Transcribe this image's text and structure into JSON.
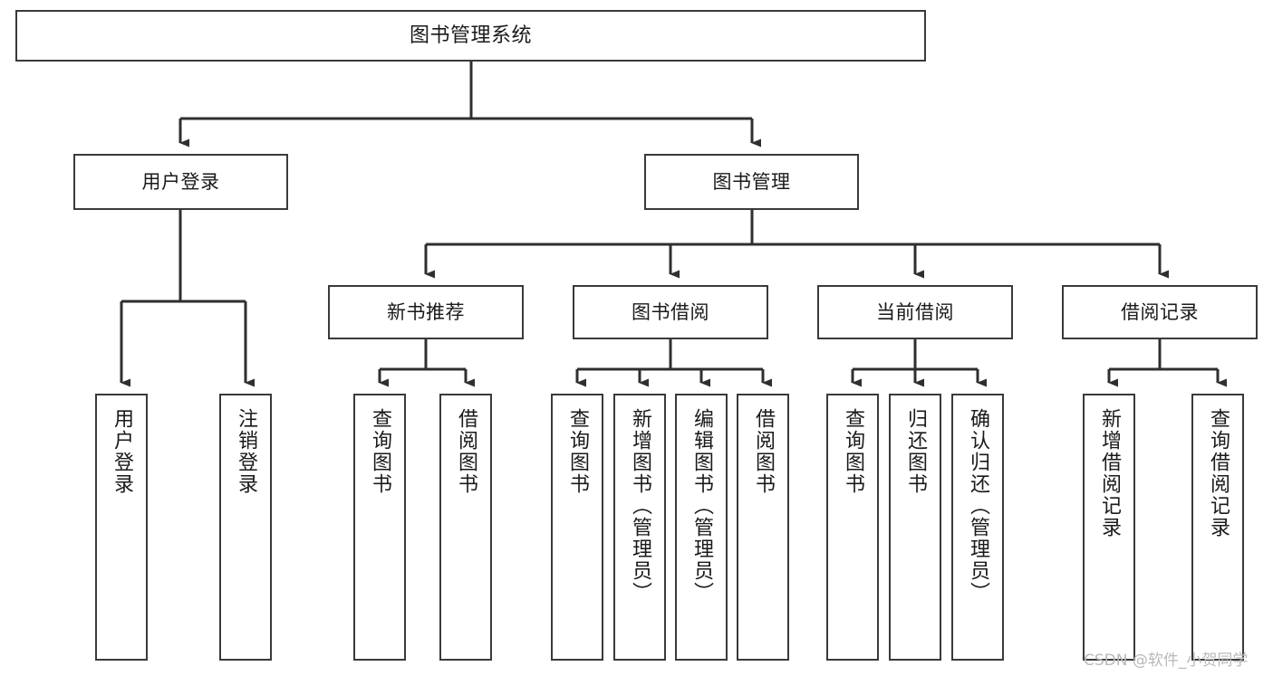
{
  "diagram": {
    "title": "图书管理系统",
    "type": "tree-hierarchy-chart",
    "colors": {
      "box_border": "#3a3a3a",
      "box_fill": "#ffffff",
      "edge": "#2f2f2f",
      "text": "#1a1a1a",
      "watermark": "#b9b9b9"
    },
    "nodes": {
      "root": {
        "label": "图书管理系统"
      },
      "level2": [
        {
          "id": "user-login",
          "label": "用户登录"
        },
        {
          "id": "book-manage",
          "label": "图书管理"
        }
      ],
      "level3": [
        {
          "id": "new-book-recommend",
          "label": "新书推荐"
        },
        {
          "id": "book-borrow",
          "label": "图书借阅"
        },
        {
          "id": "current-borrow",
          "label": "当前借阅"
        },
        {
          "id": "borrow-record",
          "label": "借阅记录"
        }
      ],
      "leaves": {
        "user-login": [
          {
            "id": "leaf-user-login",
            "label": "用户登录"
          },
          {
            "id": "leaf-logout",
            "label": "注销登录"
          }
        ],
        "new-book-recommend": [
          {
            "id": "leaf-query-book-1",
            "label": "查询图书"
          },
          {
            "id": "leaf-borrow-book-1",
            "label": "借阅图书"
          }
        ],
        "book-borrow": [
          {
            "id": "leaf-query-book-2",
            "label": "查询图书"
          },
          {
            "id": "leaf-add-book",
            "label": "新增图书（管理员）"
          },
          {
            "id": "leaf-edit-book",
            "label": "编辑图书（管理员）"
          },
          {
            "id": "leaf-borrow-book-2",
            "label": "借阅图书"
          }
        ],
        "current-borrow": [
          {
            "id": "leaf-query-book-3",
            "label": "查询图书"
          },
          {
            "id": "leaf-return-book",
            "label": "归还图书"
          },
          {
            "id": "leaf-confirm-return",
            "label": "确认归还（管理员）"
          }
        ],
        "borrow-record": [
          {
            "id": "leaf-add-record",
            "label": "新增借阅记录"
          },
          {
            "id": "leaf-query-record",
            "label": "查询借阅记录"
          }
        ]
      }
    },
    "watermark": "CSDN @软件_小贺同学"
  }
}
